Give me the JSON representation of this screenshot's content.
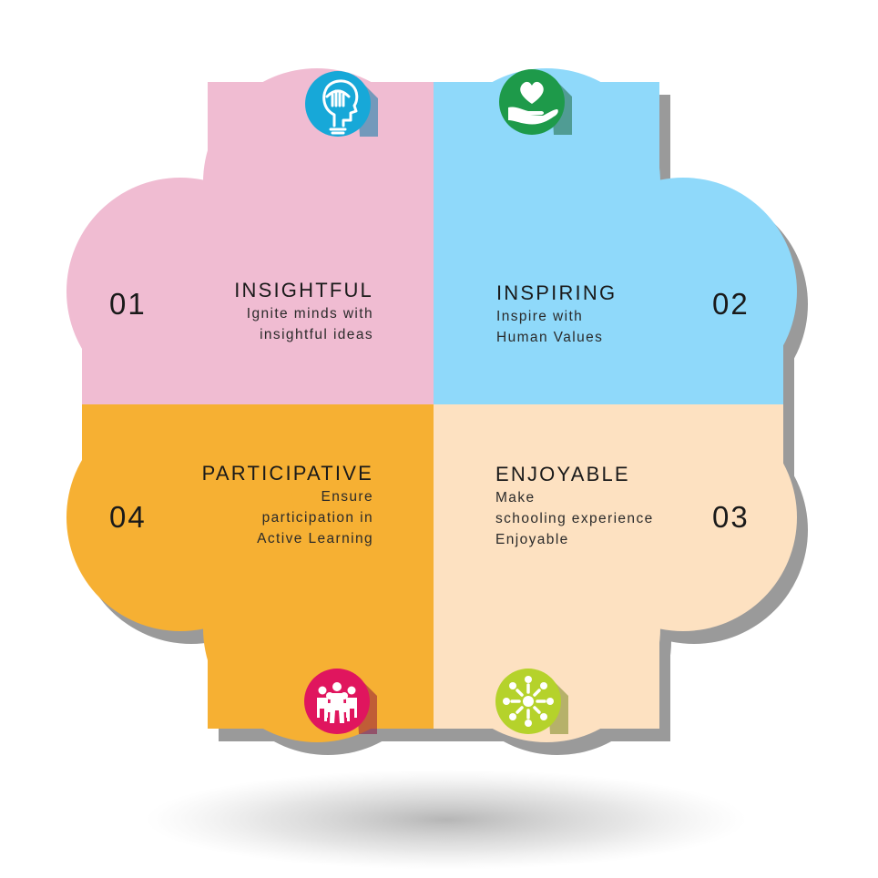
{
  "colors": {
    "insightful": "#f0bcd2",
    "inspiring": "#8fd9fa",
    "enjoyable": "#fde1c1",
    "participative": "#f6b033",
    "shadow": "#9a9a9a"
  },
  "petals": [
    {
      "key": "insightful",
      "number": "01",
      "title": "INSIGHTFUL",
      "description": [
        "Ignite minds with",
        "insightful ideas"
      ],
      "icon": "lightbulb-head-icon",
      "icon_color": "#17a8d8"
    },
    {
      "key": "inspiring",
      "number": "02",
      "title": "INSPIRING",
      "description": [
        "Inspire with",
        "Human Values"
      ],
      "icon": "heart-in-hand-icon",
      "icon_color": "#1e9a4a"
    },
    {
      "key": "enjoyable",
      "number": "03",
      "title": "ENJOYABLE",
      "description": [
        "Make",
        "schooling experience",
        "Enjoyable"
      ],
      "icon": "people-circle-icon",
      "icon_color": "#b5d22b"
    },
    {
      "key": "participative",
      "number": "04",
      "title": "PARTICIPATIVE",
      "description": [
        "Ensure",
        "participation in",
        "Active Learning"
      ],
      "icon": "group-people-icon",
      "icon_color": "#e0155e"
    }
  ]
}
